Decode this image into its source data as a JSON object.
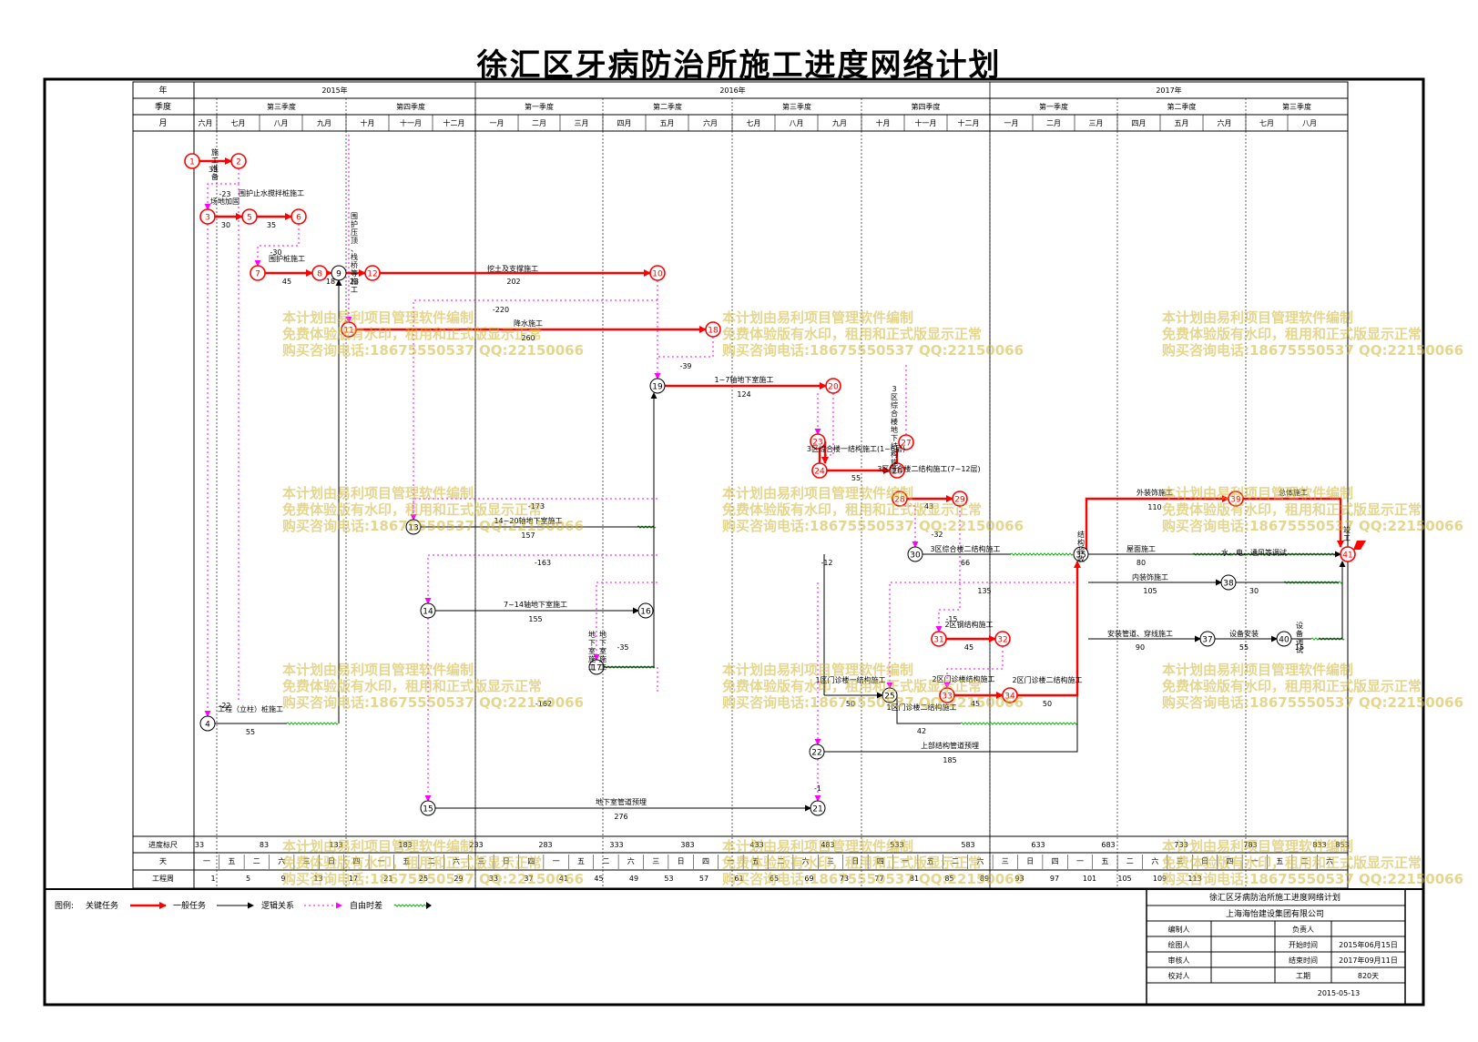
{
  "title": "徐汇区牙病防治所施工进度网络计划",
  "header": {
    "row_labels": [
      "年",
      "季度",
      "月"
    ],
    "years": [
      "2015年",
      "2016年",
      "2017年"
    ],
    "quarters": [
      "第三季度",
      "第四季度",
      "第一季度",
      "第二季度",
      "第三季度",
      "第四季度",
      "第一季度",
      "第二季度",
      "第三季度"
    ],
    "months": [
      "六月",
      "七月",
      "八月",
      "九月",
      "十月",
      "十一月",
      "十二月",
      "一月",
      "二月",
      "三月",
      "四月",
      "五月",
      "六月",
      "七月",
      "八月",
      "九月",
      "十月",
      "十一月",
      "十二月",
      "一月",
      "二月",
      "三月",
      "四月",
      "五月",
      "六月",
      "七月",
      "八月"
    ]
  },
  "footer": {
    "row_labels": [
      "进度标尺",
      "天",
      "工程周"
    ],
    "scale": [
      "33",
      "83",
      "133",
      "183",
      "233",
      "283",
      "333",
      "383",
      "433",
      "483",
      "533",
      "583",
      "633",
      "683",
      "733",
      "783",
      "833",
      "853"
    ],
    "weekdays": [
      "一",
      "五",
      "二",
      "六",
      "三",
      "日",
      "四",
      "一",
      "五",
      "二",
      "六",
      "三",
      "日",
      "四",
      "一",
      "五",
      "二",
      "六",
      "三",
      "日",
      "四",
      "一",
      "五",
      "二",
      "六",
      "三",
      "日",
      "四",
      "一",
      "五",
      "二",
      "六",
      "三",
      "日",
      "四",
      "一",
      "五",
      "二",
      "六",
      "三",
      "日",
      "四",
      "一",
      "五",
      "二",
      "六",
      "三",
      "日",
      "四",
      "一"
    ],
    "weeks": [
      "1",
      "5",
      "9",
      "13",
      "17",
      "21",
      "25",
      "29",
      "33",
      "37",
      "41",
      "45",
      "49",
      "53",
      "57",
      "61",
      "65",
      "69",
      "73",
      "77",
      "81",
      "85",
      "89",
      "93",
      "97",
      "101",
      "105",
      "109",
      "113"
    ]
  },
  "legend": {
    "label": "图例:",
    "critical": "关键任务",
    "normal": "一般任务",
    "logic": "逻辑关系",
    "float": "自由时差"
  },
  "title_block": {
    "plan_name": "徐汇区牙病防治所施工进度网络计划",
    "company": "上海海怡建设集团有限公司",
    "rows": [
      [
        "编制人",
        "",
        "负责人",
        ""
      ],
      [
        "绘图人",
        "",
        "开始时间",
        "2015年06月15日"
      ],
      [
        "审核人",
        "",
        "结束时间",
        "2017年09月11日"
      ],
      [
        "校对人",
        "",
        "工期",
        "820天"
      ]
    ],
    "date": "2015-05-13"
  },
  "watermark": [
    "本计划由易利项目管理软件编制",
    "免费体验版有水印，租用和正式版显示正常",
    "购买咨询电话:18675550537 QQ:22150066"
  ],
  "colors": {
    "critical": "#ff0000",
    "normal": "#000000",
    "logic": "#ff00ff",
    "float": "#00aa00",
    "watermark": "#cdb432"
  },
  "network": {
    "nodes": [
      {
        "id": "1",
        "critical": true
      },
      {
        "id": "2",
        "critical": true
      },
      {
        "id": "3",
        "critical": true
      },
      {
        "id": "4",
        "critical": false
      },
      {
        "id": "5",
        "critical": true
      },
      {
        "id": "6",
        "critical": true
      },
      {
        "id": "7",
        "critical": true
      },
      {
        "id": "8",
        "critical": true
      },
      {
        "id": "9",
        "critical": false
      },
      {
        "id": "10",
        "critical": true
      },
      {
        "id": "11",
        "critical": true
      },
      {
        "id": "12",
        "critical": true
      },
      {
        "id": "13",
        "critical": false
      },
      {
        "id": "14",
        "critical": false
      },
      {
        "id": "15",
        "critical": false
      },
      {
        "id": "16",
        "critical": false
      },
      {
        "id": "17",
        "critical": false
      },
      {
        "id": "18",
        "critical": true
      },
      {
        "id": "19",
        "critical": false
      },
      {
        "id": "20",
        "critical": true
      },
      {
        "id": "21",
        "critical": false
      },
      {
        "id": "22",
        "critical": false
      },
      {
        "id": "23",
        "critical": true
      },
      {
        "id": "24",
        "critical": true
      },
      {
        "id": "25",
        "critical": false
      },
      {
        "id": "26",
        "critical": true
      },
      {
        "id": "27",
        "critical": true
      },
      {
        "id": "28",
        "critical": true
      },
      {
        "id": "29",
        "critical": true
      },
      {
        "id": "30",
        "critical": false
      },
      {
        "id": "31",
        "critical": true
      },
      {
        "id": "32",
        "critical": true
      },
      {
        "id": "33",
        "critical": true
      },
      {
        "id": "34",
        "critical": true
      },
      {
        "id": "35",
        "critical": false
      },
      {
        "id": "37",
        "critical": false
      },
      {
        "id": "38",
        "critical": false
      },
      {
        "id": "39",
        "critical": true
      },
      {
        "id": "40",
        "critical": false
      },
      {
        "id": "41",
        "critical": true
      }
    ],
    "tasks": [
      {
        "from": "1",
        "to": "2",
        "name": "施工准备",
        "dur": "33",
        "critical": true
      },
      {
        "from": "3",
        "to": "5",
        "name": "场地加固",
        "dur": "30",
        "critical": true
      },
      {
        "from": "5",
        "to": "6",
        "name": "围护止水搅拌桩施工",
        "dur": "35",
        "critical": true
      },
      {
        "from": "7",
        "to": "8",
        "name": "围护桩施工",
        "dur": "45",
        "critical": true
      },
      {
        "from": "8",
        "to": "9",
        "name": "",
        "dur": "18",
        "critical": true
      },
      {
        "from": "9",
        "to": "12",
        "name": "围护压顶、栈桥等施工",
        "dur": "23",
        "critical": true
      },
      {
        "from": "12",
        "to": "10",
        "name": "挖土及支撑施工",
        "dur": "202",
        "critical": true
      },
      {
        "from": "11",
        "to": "18",
        "name": "降水施工",
        "dur": "260",
        "critical": true
      },
      {
        "from": "19",
        "to": "20",
        "name": "1~7轴地下室施工",
        "dur": "124",
        "critical": true
      },
      {
        "from": "24",
        "to": "26",
        "name": "3区综合楼一结构施工(1~6层)",
        "dur": "55",
        "critical": true
      },
      {
        "from": "28",
        "to": "29",
        "name": "3区综合楼二结构施工(7~12层)",
        "dur": "43",
        "critical": true
      },
      {
        "from": "13",
        "to": "",
        "name": "14~20轴地下室施工",
        "dur": "157",
        "critical": false
      },
      {
        "from": "14",
        "to": "16",
        "name": "7~14轴地下室施工",
        "dur": "155",
        "critical": false
      },
      {
        "from": "30",
        "to": "35",
        "name": "3区综合楼二结构施工",
        "dur": "66",
        "critical": false
      },
      {
        "from": "31",
        "to": "32",
        "name": "2区钢结构施工",
        "dur": "45",
        "critical": true
      },
      {
        "from": "33",
        "to": "34",
        "name": "2区门诊楼结构施工",
        "dur": "45",
        "critical": true
      },
      {
        "from": "34",
        "to": "35",
        "name": "2区门诊楼二结构施工",
        "dur": "50",
        "critical": true
      },
      {
        "from": "25",
        "to": "",
        "name": "1区门诊楼二结构施工",
        "dur": "42",
        "critical": false
      },
      {
        "from": "",
        "to": "25",
        "name": "1区门诊楼一结构施工",
        "dur": "50",
        "critical": false
      },
      {
        "from": "22",
        "to": "",
        "name": "上部结构管道预埋",
        "dur": "185",
        "critical": false
      },
      {
        "from": "15",
        "to": "21",
        "name": "地下室管道预埋",
        "dur": "276",
        "critical": false
      },
      {
        "from": "4",
        "to": "",
        "name": "工程（立柱）桩施工",
        "dur": "55",
        "critical": false
      },
      {
        "from": "35",
        "to": "39",
        "name": "外装饰施工",
        "dur": "110",
        "critical": true
      },
      {
        "from": "39",
        "to": "41",
        "name": "总体施工",
        "dur": "",
        "critical": true
      },
      {
        "from": "35",
        "to": "",
        "name": "屋面施工",
        "dur": "80",
        "critical": false
      },
      {
        "from": "",
        "to": "",
        "name": "水、电、通风等调试",
        "dur": "",
        "critical": false
      },
      {
        "from": "35",
        "to": "38",
        "name": "内装饰施工",
        "dur": "105",
        "critical": false
      },
      {
        "from": "38",
        "to": "",
        "name": "",
        "dur": "30",
        "critical": false
      },
      {
        "from": "35",
        "to": "37",
        "name": "安装管道、穿线施工",
        "dur": "90",
        "critical": false
      },
      {
        "from": "37",
        "to": "40",
        "name": "设备安装",
        "dur": "55",
        "critical": false
      },
      {
        "from": "40",
        "to": "",
        "name": "设备调试",
        "dur": "15",
        "critical": false
      },
      {
        "from": "",
        "to": "",
        "name": "地下室施工",
        "dur": "",
        "critical": false
      },
      {
        "from": "",
        "to": "",
        "name": "地下室施工",
        "dur": "",
        "critical": false
      },
      {
        "from": "",
        "to": "",
        "name": "3区综合楼地下结构施工",
        "dur": "",
        "critical": false
      },
      {
        "from": "",
        "to": "",
        "name": "结构验收",
        "dur": "",
        "critical": false
      },
      {
        "from": "",
        "to": "",
        "name": "竣工",
        "dur": "",
        "critical": false
      }
    ],
    "lags": [
      "-23",
      "-22",
      "-30",
      "-220",
      "-39",
      "-173",
      "-163",
      "-35",
      "-162",
      "-32",
      "-12",
      "-15",
      "-1",
      "135"
    ]
  }
}
